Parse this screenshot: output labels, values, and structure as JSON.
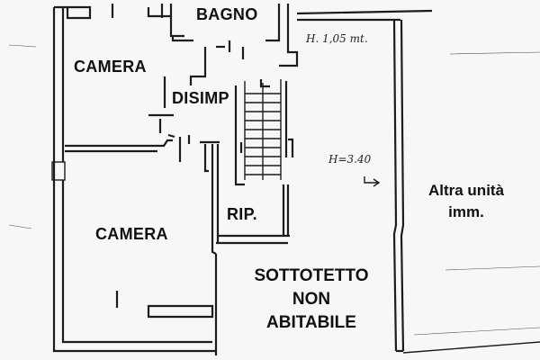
{
  "rooms": {
    "bagno": "BAGNO",
    "camera_top": "CAMERA",
    "disimp": "DISIMP",
    "camera_bottom": "CAMERA",
    "rip": "RIP.",
    "sottotetto": [
      "SOTTOTETTO",
      "NON",
      "ABITABILE"
    ]
  },
  "adjacent_unit": [
    "Altra unità",
    "imm."
  ],
  "heights": {
    "low": "H. 1,05 mt.",
    "high": "H=3.40"
  },
  "colors": {
    "walls": "#1c1c1c",
    "background": "#f7f7f5"
  }
}
